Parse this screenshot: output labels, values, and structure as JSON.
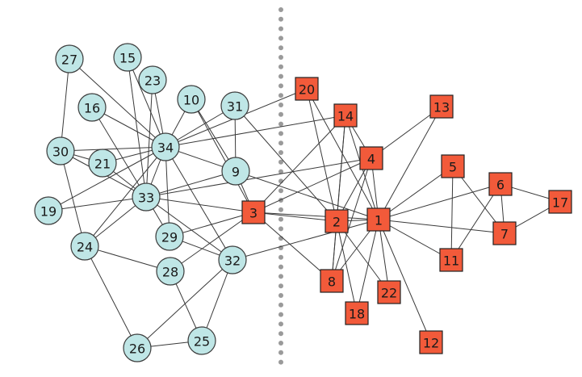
{
  "graph": {
    "colors": {
      "group_a_fill": "#bfe6e6",
      "group_b_fill": "#f25a3a",
      "edge": "#3a3a3a",
      "divider": "#9a9a9a"
    },
    "group_a_nodes": [
      "27",
      "15",
      "23",
      "16",
      "10",
      "31",
      "30",
      "34",
      "21",
      "9",
      "19",
      "33",
      "24",
      "29",
      "28",
      "32",
      "26",
      "25"
    ],
    "group_b_nodes": [
      "20",
      "14",
      "13",
      "4",
      "5",
      "6",
      "17",
      "3",
      "2",
      "1",
      "7",
      "11",
      "8",
      "22",
      "18",
      "12"
    ],
    "edges": [
      [
        "27",
        "30"
      ],
      [
        "30",
        "24"
      ],
      [
        "30",
        "34"
      ],
      [
        "30",
        "33"
      ],
      [
        "30",
        "21"
      ],
      [
        "15",
        "34"
      ],
      [
        "15",
        "33"
      ],
      [
        "23",
        "34"
      ],
      [
        "23",
        "33"
      ],
      [
        "16",
        "34"
      ],
      [
        "16",
        "33"
      ],
      [
        "21",
        "34"
      ],
      [
        "21",
        "33"
      ],
      [
        "19",
        "34"
      ],
      [
        "19",
        "33"
      ],
      [
        "24",
        "34"
      ],
      [
        "24",
        "28"
      ],
      [
        "24",
        "26"
      ],
      [
        "24",
        "33"
      ],
      [
        "27",
        "34"
      ],
      [
        "10",
        "34"
      ],
      [
        "10",
        "9"
      ],
      [
        "10",
        "3"
      ],
      [
        "31",
        "34"
      ],
      [
        "31",
        "9"
      ],
      [
        "31",
        "2"
      ],
      [
        "34",
        "33"
      ],
      [
        "34",
        "9"
      ],
      [
        "34",
        "29"
      ],
      [
        "34",
        "32"
      ],
      [
        "34",
        "20"
      ],
      [
        "34",
        "14"
      ],
      [
        "33",
        "9"
      ],
      [
        "33",
        "3"
      ],
      [
        "33",
        "32"
      ],
      [
        "33",
        "29"
      ],
      [
        "33",
        "4"
      ],
      [
        "9",
        "3"
      ],
      [
        "9",
        "1"
      ],
      [
        "29",
        "32"
      ],
      [
        "29",
        "3"
      ],
      [
        "28",
        "3"
      ],
      [
        "28",
        "25"
      ],
      [
        "32",
        "26"
      ],
      [
        "32",
        "25"
      ],
      [
        "32",
        "1"
      ],
      [
        "26",
        "25"
      ],
      [
        "3",
        "2"
      ],
      [
        "3",
        "1"
      ],
      [
        "3",
        "8"
      ],
      [
        "3",
        "14"
      ],
      [
        "3",
        "4"
      ],
      [
        "20",
        "2"
      ],
      [
        "20",
        "1"
      ],
      [
        "14",
        "2"
      ],
      [
        "14",
        "1"
      ],
      [
        "14",
        "4"
      ],
      [
        "14",
        "8"
      ],
      [
        "13",
        "1"
      ],
      [
        "13",
        "4"
      ],
      [
        "4",
        "2"
      ],
      [
        "4",
        "1"
      ],
      [
        "4",
        "8"
      ],
      [
        "2",
        "1"
      ],
      [
        "2",
        "8"
      ],
      [
        "2",
        "18"
      ],
      [
        "2",
        "22"
      ],
      [
        "1",
        "5"
      ],
      [
        "1",
        "6"
      ],
      [
        "1",
        "7"
      ],
      [
        "1",
        "11"
      ],
      [
        "1",
        "8"
      ],
      [
        "1",
        "12"
      ],
      [
        "1",
        "18"
      ],
      [
        "1",
        "22"
      ],
      [
        "5",
        "7"
      ],
      [
        "5",
        "11"
      ],
      [
        "6",
        "7"
      ],
      [
        "6",
        "11"
      ],
      [
        "6",
        "17"
      ],
      [
        "7",
        "17"
      ]
    ]
  }
}
